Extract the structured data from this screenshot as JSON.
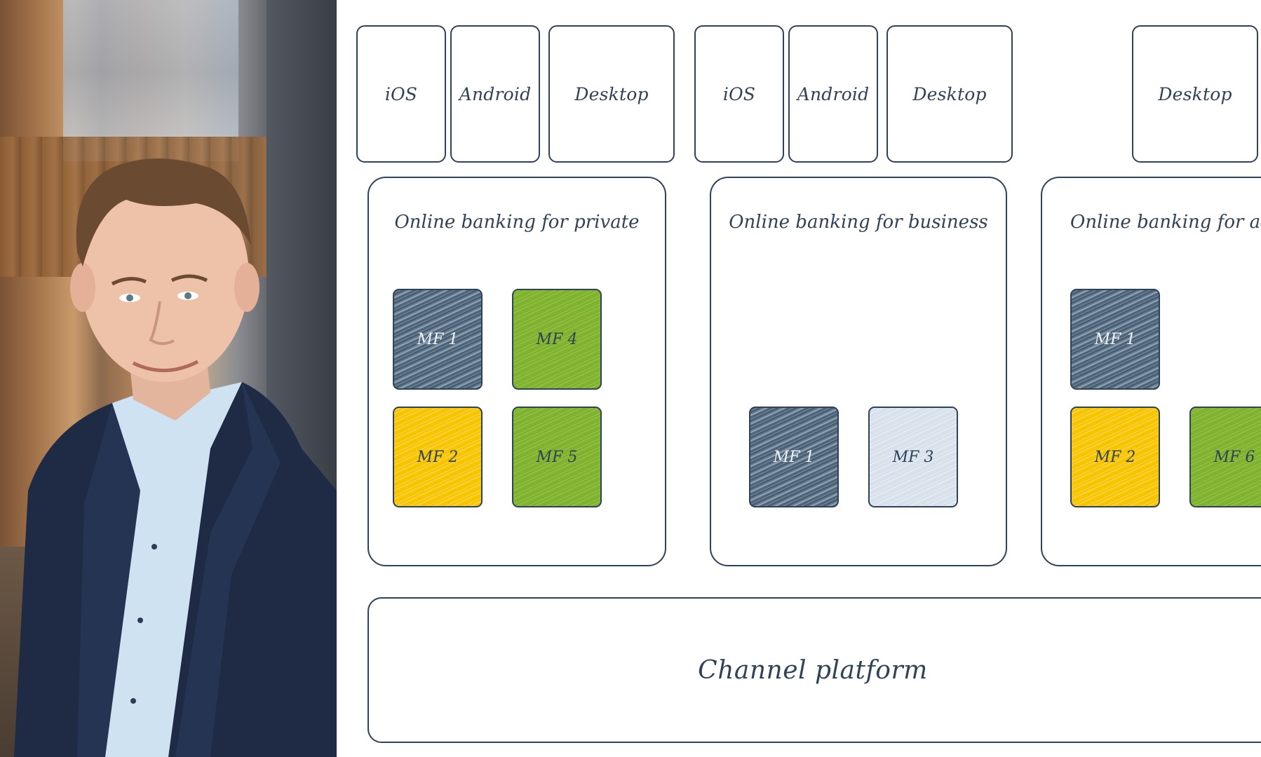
{
  "devices": [
    {
      "label": "iOS"
    },
    {
      "label": "Android"
    },
    {
      "label": "Desktop"
    },
    {
      "label": "iOS"
    },
    {
      "label": "Android"
    },
    {
      "label": "Desktop"
    },
    {
      "label": "Desktop"
    }
  ],
  "apps": [
    {
      "title": "Online banking for private",
      "frontends": [
        {
          "label": "MF 1",
          "color": "navy"
        },
        {
          "label": "MF 4",
          "color": "green"
        },
        {
          "label": "MF 2",
          "color": "yellow"
        },
        {
          "label": "MF 5",
          "color": "green"
        }
      ]
    },
    {
      "title": "Online banking for business",
      "frontends": [
        {
          "label": "MF 1",
          "color": "navy"
        },
        {
          "label": "MF 3",
          "color": "light-blue"
        }
      ]
    },
    {
      "title": "Online banking for ad",
      "frontends": [
        {
          "label": "MF 1",
          "color": "navy"
        },
        {
          "label": "MF 2",
          "color": "yellow"
        },
        {
          "label": "MF 6",
          "color": "green"
        }
      ]
    }
  ],
  "platform": {
    "label": "Channel platform"
  },
  "colors": {
    "outline": "#2f4257",
    "navy": "#4d6479",
    "green": "#7fb230",
    "yellow": "#f7c500",
    "light-blue": "#d9e2ec"
  }
}
